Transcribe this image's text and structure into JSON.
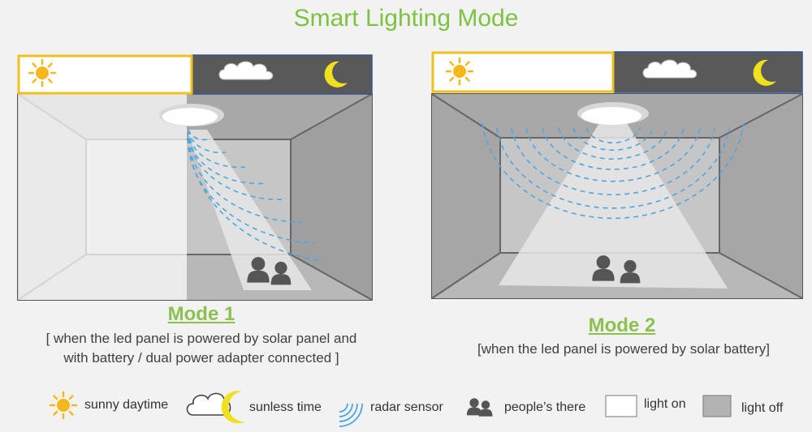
{
  "title": "Smart Lighting Mode",
  "mode1": {
    "title": "Mode 1",
    "desc_line1": "[ when the led panel is powered by solar panel and",
    "desc_line2": "with battery / dual power adapter connected ]"
  },
  "mode2": {
    "title": "Mode 2",
    "desc": "[when the led panel is powered by solar battery]"
  },
  "legend": {
    "sunny": "sunny daytime",
    "sunless": "sunless time",
    "radar": "radar sensor",
    "people": "people’s there",
    "light_on": "light on",
    "light_off": "light off"
  },
  "colors": {
    "title_green": "#7dc242",
    "sun": "#f5b81c",
    "moon": "#f0e020",
    "day_border": "#f0c020",
    "night_bg": "#595959",
    "radar": "#4da6e0",
    "room_gray": "#b3b3b3"
  },
  "icons": [
    "sun-icon",
    "cloud-icon",
    "moon-icon",
    "radar-icon",
    "people-icon",
    "light-on-swatch",
    "light-off-swatch"
  ]
}
